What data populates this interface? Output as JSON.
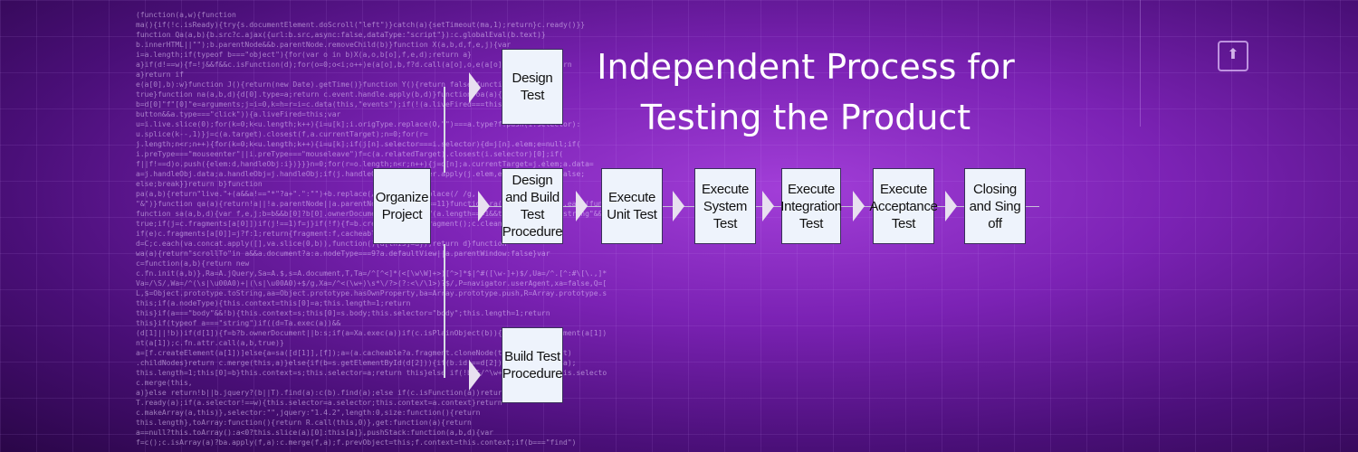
{
  "title": {
    "line1": "Independent Process for",
    "line2": "Testing the Product"
  },
  "boxes": {
    "organize": "Organize Project",
    "design_test": "Design Test",
    "build_test": "Build Test Procedure",
    "design_build": "Design and Build Test Procedure",
    "unit": "Execute Unit Test",
    "system": "Execute System Test",
    "integration": "Execute Integration Test",
    "acceptance": "Execute Acceptance Test",
    "closing": "Closing and Sing off"
  },
  "colors": {
    "box_fill": "#eef3fc",
    "background": "#7b22b4",
    "title": "#ffffff"
  }
}
